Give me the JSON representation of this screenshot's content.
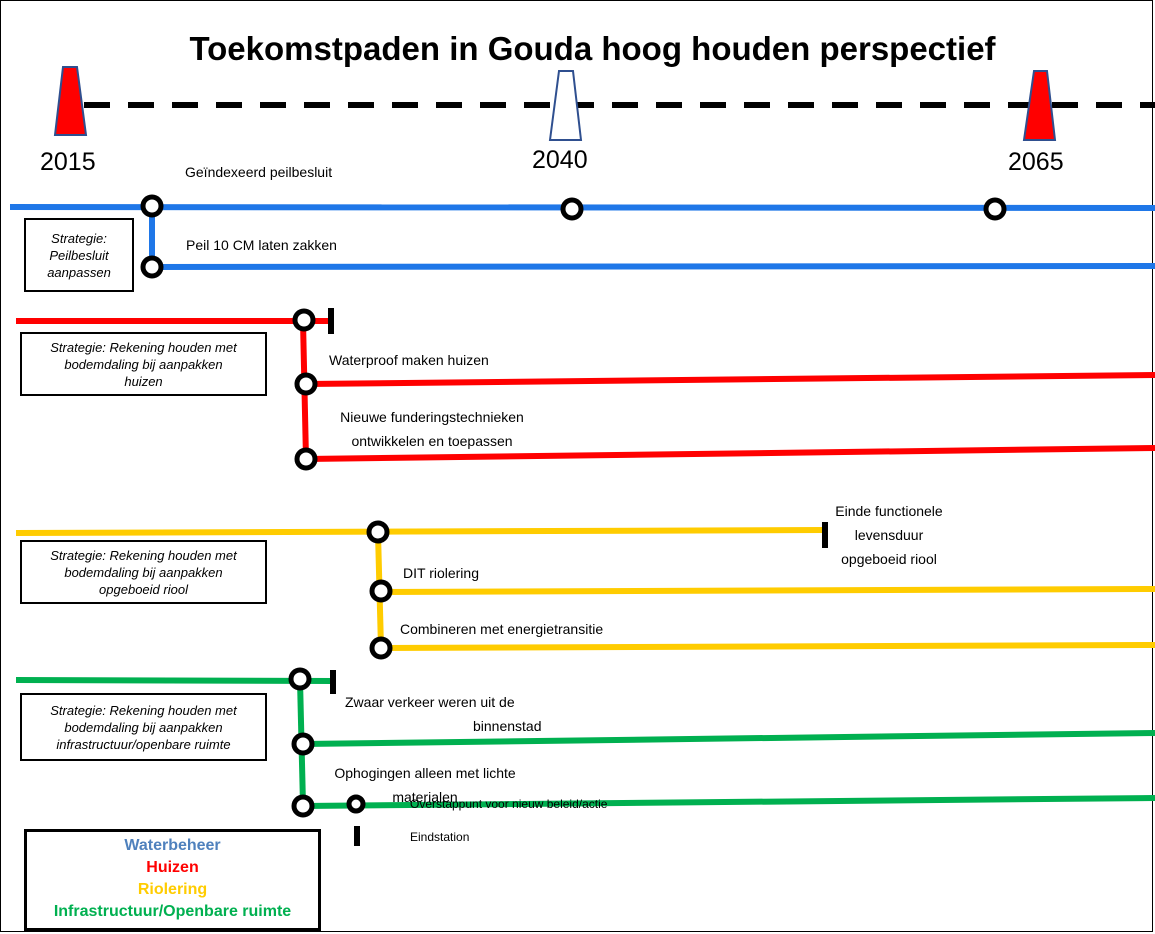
{
  "title": "Toekomstpaden in Gouda hoog houden perspectief",
  "timeline": {
    "years": [
      "2015",
      "2040",
      "2065"
    ],
    "marker_colors": {
      "start": "#ff0000",
      "middle": "#ffffff",
      "end": "#ff0000"
    }
  },
  "colors": {
    "waterbeheer": "#1f77e8",
    "huizen": "#ff0000",
    "riolering": "#ffcc00",
    "infrastructuur": "#00b050",
    "legend_waterbeheer": "#4f81bd"
  },
  "tracks": {
    "waterbeheer": {
      "strategy": [
        "Strategie:",
        "Peilbesluit",
        "aanpassen"
      ],
      "paths": [
        "Geïndexeerd peilbesluit",
        "Peil 10 CM laten zakken"
      ]
    },
    "huizen": {
      "strategy": [
        "Strategie: Rekening houden met",
        "bodemdaling bij aanpakken",
        "huizen"
      ],
      "paths": [
        "Waterproof maken huizen",
        "Nieuwe funderingstechnieken",
        "ontwikkelen en toepassen"
      ]
    },
    "riolering": {
      "strategy": [
        "Strategie: Rekening houden met",
        "bodemdaling bij aanpakken",
        "opgeboeid riool"
      ],
      "end_label": [
        "Einde functionele",
        "levensduur",
        "opgeboeid riool"
      ],
      "paths": [
        "DIT riolering",
        "Combineren met energietransitie"
      ]
    },
    "infrastructuur": {
      "strategy": [
        "Strategie: Rekening houden met",
        "bodemdaling bij aanpakken",
        "infrastructuur/openbare ruimte"
      ],
      "paths": [
        "Zwaar verkeer weren uit de",
        "binnenstad",
        "Ophogingen alleen met lichte",
        "materialen"
      ]
    }
  },
  "legend": {
    "categories": [
      "Waterbeheer",
      "Huizen",
      "Riolering",
      "Infrastructuur/Openbare ruimte"
    ],
    "transfer_label": "Overstappunt voor nieuw  beleid/actie",
    "end_label": "Eindstation"
  }
}
